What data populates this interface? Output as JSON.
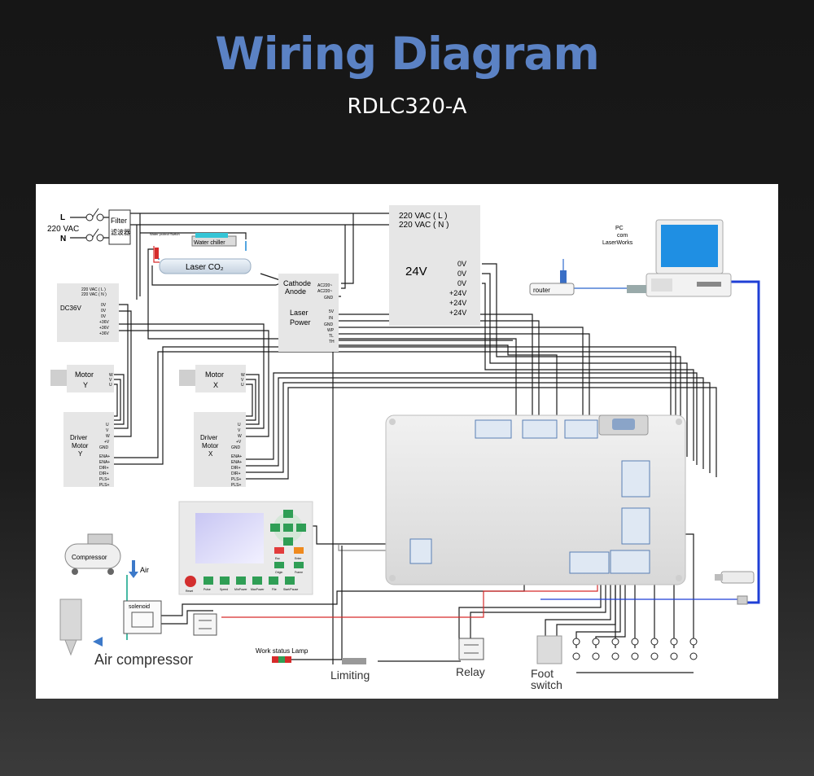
{
  "header": {
    "title": "Wiring Diagram",
    "subtitle": "RDLC320-A"
  },
  "mains": {
    "L": "L",
    "N": "N",
    "voltage": "220 VAC",
    "filter": "Filter",
    "filter_cn": "滤波器"
  },
  "psu24": {
    "in_l": "220 VAC ( L )",
    "in_n": "220 VAC ( N )",
    "label": "24V",
    "outputs": [
      "0V",
      "0V",
      "0V",
      "+24V",
      "+24V",
      "+24V"
    ]
  },
  "pc": {
    "line1": "PC",
    "line2": "com",
    "line3": "LaserWorks"
  },
  "router": {
    "label": "router"
  },
  "chiller": {
    "label": "Water chiller",
    "switch_note": "Water protect Switch"
  },
  "tube": {
    "label": "Laser CO₂"
  },
  "laser_power": {
    "cathode": "Cathode",
    "anode": "Anode",
    "label1": "Laser",
    "label2": "Power",
    "terms_top": [
      "AC220~",
      "AC220~",
      "GND"
    ],
    "terms_bottom": [
      "5V",
      "IN",
      "GND",
      "WP",
      "TL",
      "TH"
    ]
  },
  "dc36": {
    "label": "DC36V",
    "terms": [
      "220 VAC ( L )",
      "220 VAC ( N )",
      "0V",
      "0V",
      "0V",
      "+36V",
      "+36V",
      "+36V"
    ]
  },
  "motor_y": {
    "label1": "Motor",
    "label2": "Y",
    "terms": [
      "W",
      "V",
      "U"
    ]
  },
  "motor_x": {
    "label1": "Motor",
    "label2": "X",
    "terms": [
      "W",
      "V",
      "U"
    ]
  },
  "driver_y": {
    "label1": "Driver",
    "label2": "Motor",
    "label3": "Y",
    "terms": [
      "U",
      "V",
      "W",
      "+V",
      "GND",
      "ENA+",
      "ENA+",
      "DIR+",
      "DIR+",
      "PLS+",
      "PLS+"
    ]
  },
  "driver_x": {
    "label1": "Driver",
    "label2": "Motor",
    "label3": "X",
    "terms": [
      "U",
      "V",
      "W",
      "+V",
      "GND",
      "ENA+",
      "ENA+",
      "DIR+",
      "DIR+",
      "PLS+",
      "PLS+"
    ]
  },
  "compressor": {
    "label": "Compressor",
    "air": "Air",
    "solenoid": "solenoid",
    "caption": "Air compressor"
  },
  "lamp": {
    "label": "Work status Lamp"
  },
  "captions": {
    "limiting": "Limiting",
    "relay": "Relay",
    "foot1": "Foot",
    "foot2": "switch"
  },
  "panel_keys": {
    "top_row": [
      "Esc",
      "Enter"
    ],
    "mid_row": [
      "Origin",
      "Frame"
    ],
    "bottom": [
      "Reset",
      "Pulse",
      "Speed",
      "MinPower",
      "MaxPower",
      "File",
      "Start/Pause"
    ]
  },
  "colors": {
    "accent": "#5b82c4",
    "usb_wire": "#1f3fd6",
    "water_tube": "#2a8fd8",
    "red_wire": "#d62b2b"
  }
}
